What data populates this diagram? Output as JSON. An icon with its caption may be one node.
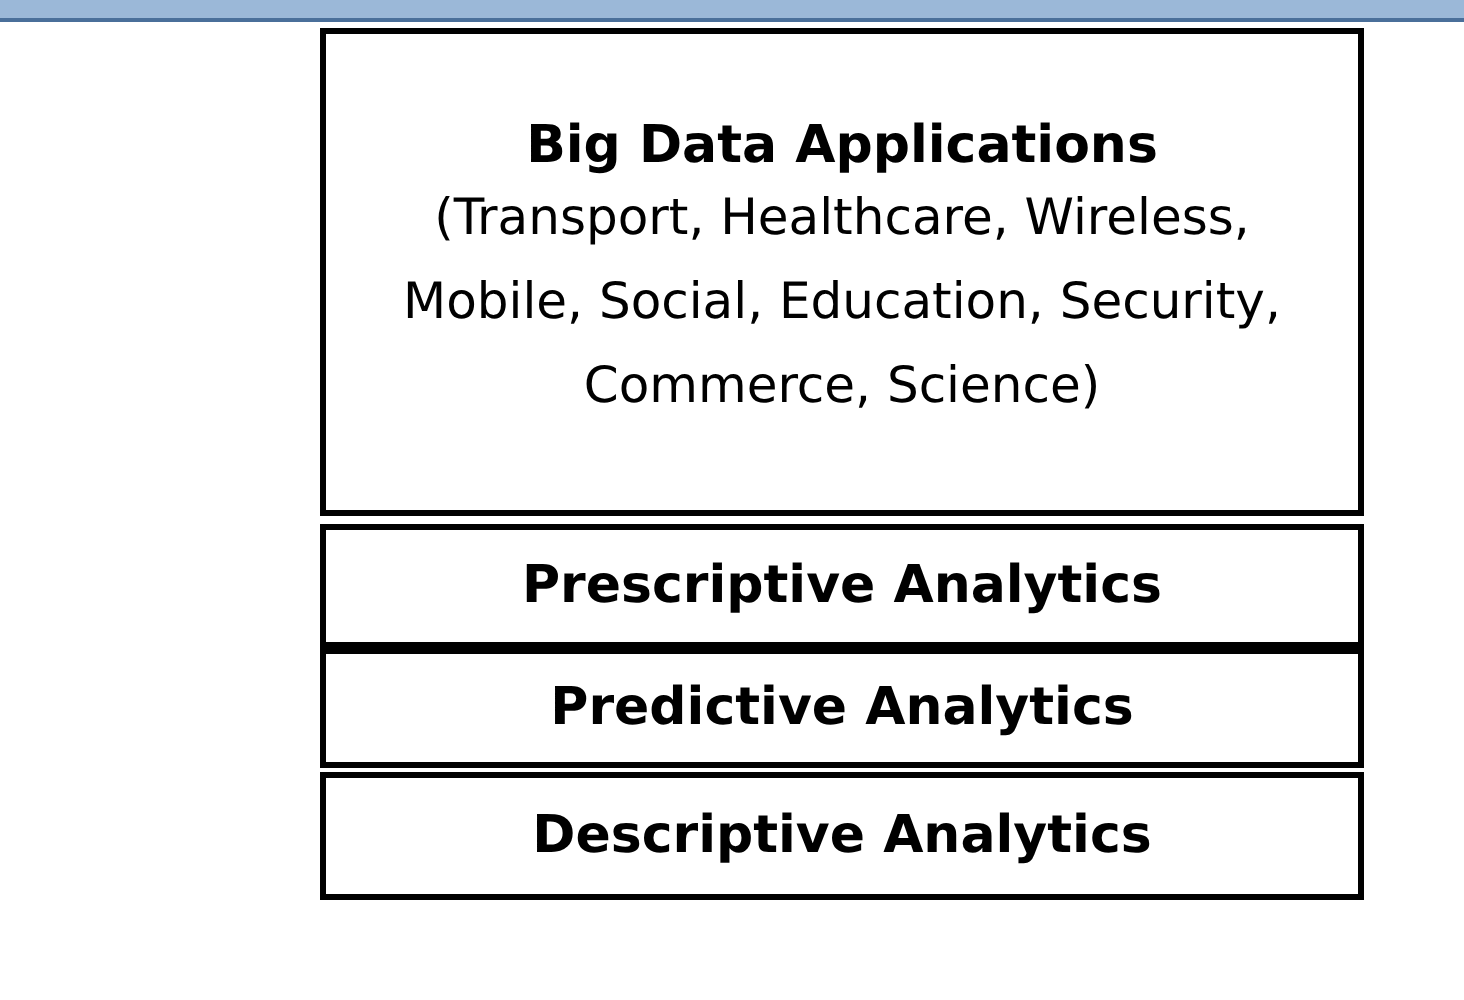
{
  "diagram": {
    "nodes": [
      {
        "text": [
          "Big Data Applications",
          "(Transport, Healthcare, Wireless, Mobile, Social, Education, Security, Commerce, Science)"
        ]
      },
      {
        "text": [
          "Prescriptive Analytics"
        ]
      },
      {
        "text": [
          "Predictive Analytics"
        ]
      },
      {
        "text": [
          "Descriptive Analytics"
        ]
      }
    ]
  }
}
